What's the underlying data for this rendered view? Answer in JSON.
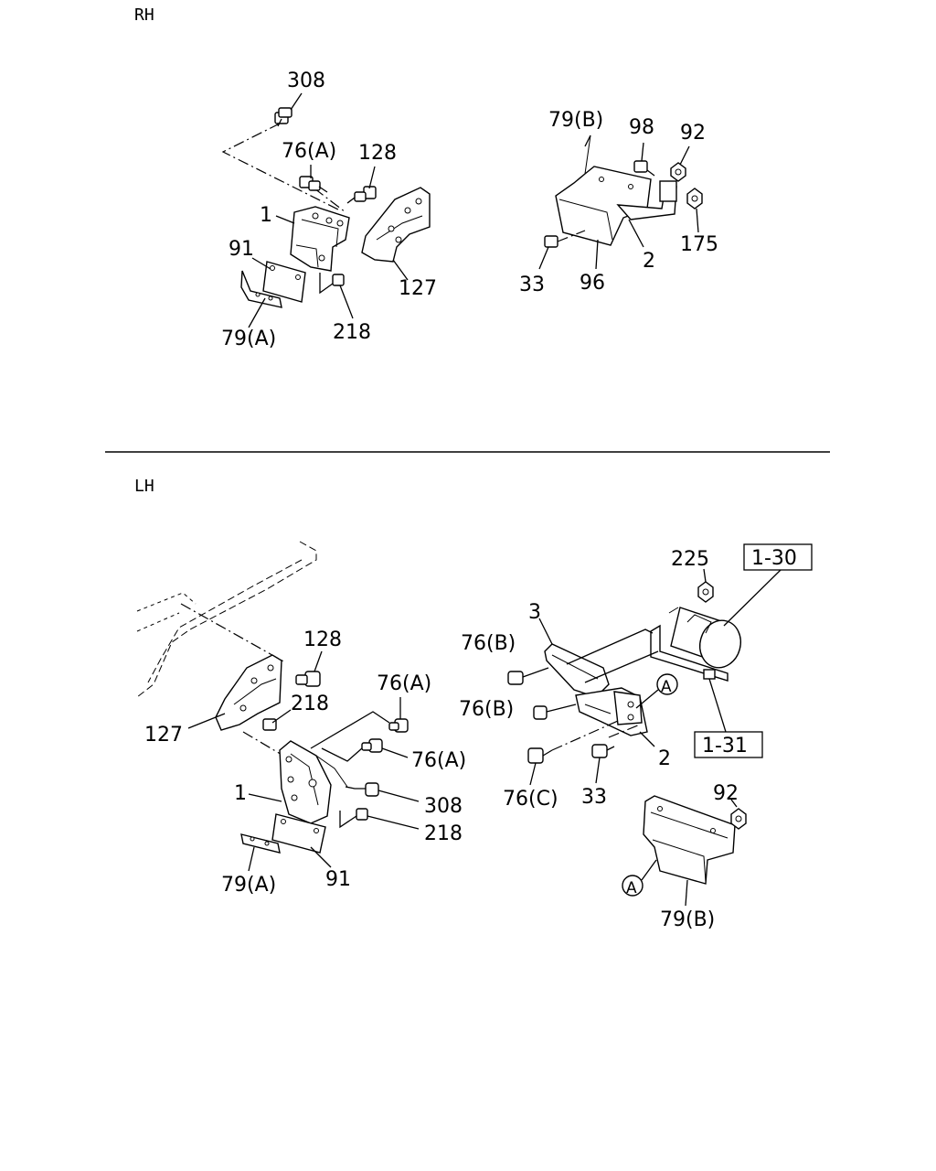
{
  "sections": {
    "rh_label": "RH",
    "lh_label": "LH"
  },
  "rh": {
    "c308": "308",
    "c76a": "76(A)",
    "c128": "128",
    "c1": "1",
    "c91": "91",
    "c127": "127",
    "c79a": "79(A)",
    "c218": "218",
    "c79b": "79(B)",
    "c98": "98",
    "c92": "92",
    "c175": "175",
    "c2": "2",
    "c33": "33",
    "c96": "96"
  },
  "lh": {
    "c128": "128",
    "c218a": "218",
    "c127": "127",
    "c76a1": "76(A)",
    "c76a2": "76(A)",
    "c1": "1",
    "c308": "308",
    "c218b": "218",
    "c79a": "79(A)",
    "c91": "91",
    "c225": "225",
    "c1_30": "1-30",
    "c3": "3",
    "c76b1": "76(B)",
    "c76b2": "76(B)",
    "c2": "2",
    "c1_31": "1-31",
    "c76c": "76(C)",
    "c33": "33",
    "c92": "92",
    "c79b": "79(B)",
    "circle_a1": "A",
    "circle_a2": "A"
  }
}
